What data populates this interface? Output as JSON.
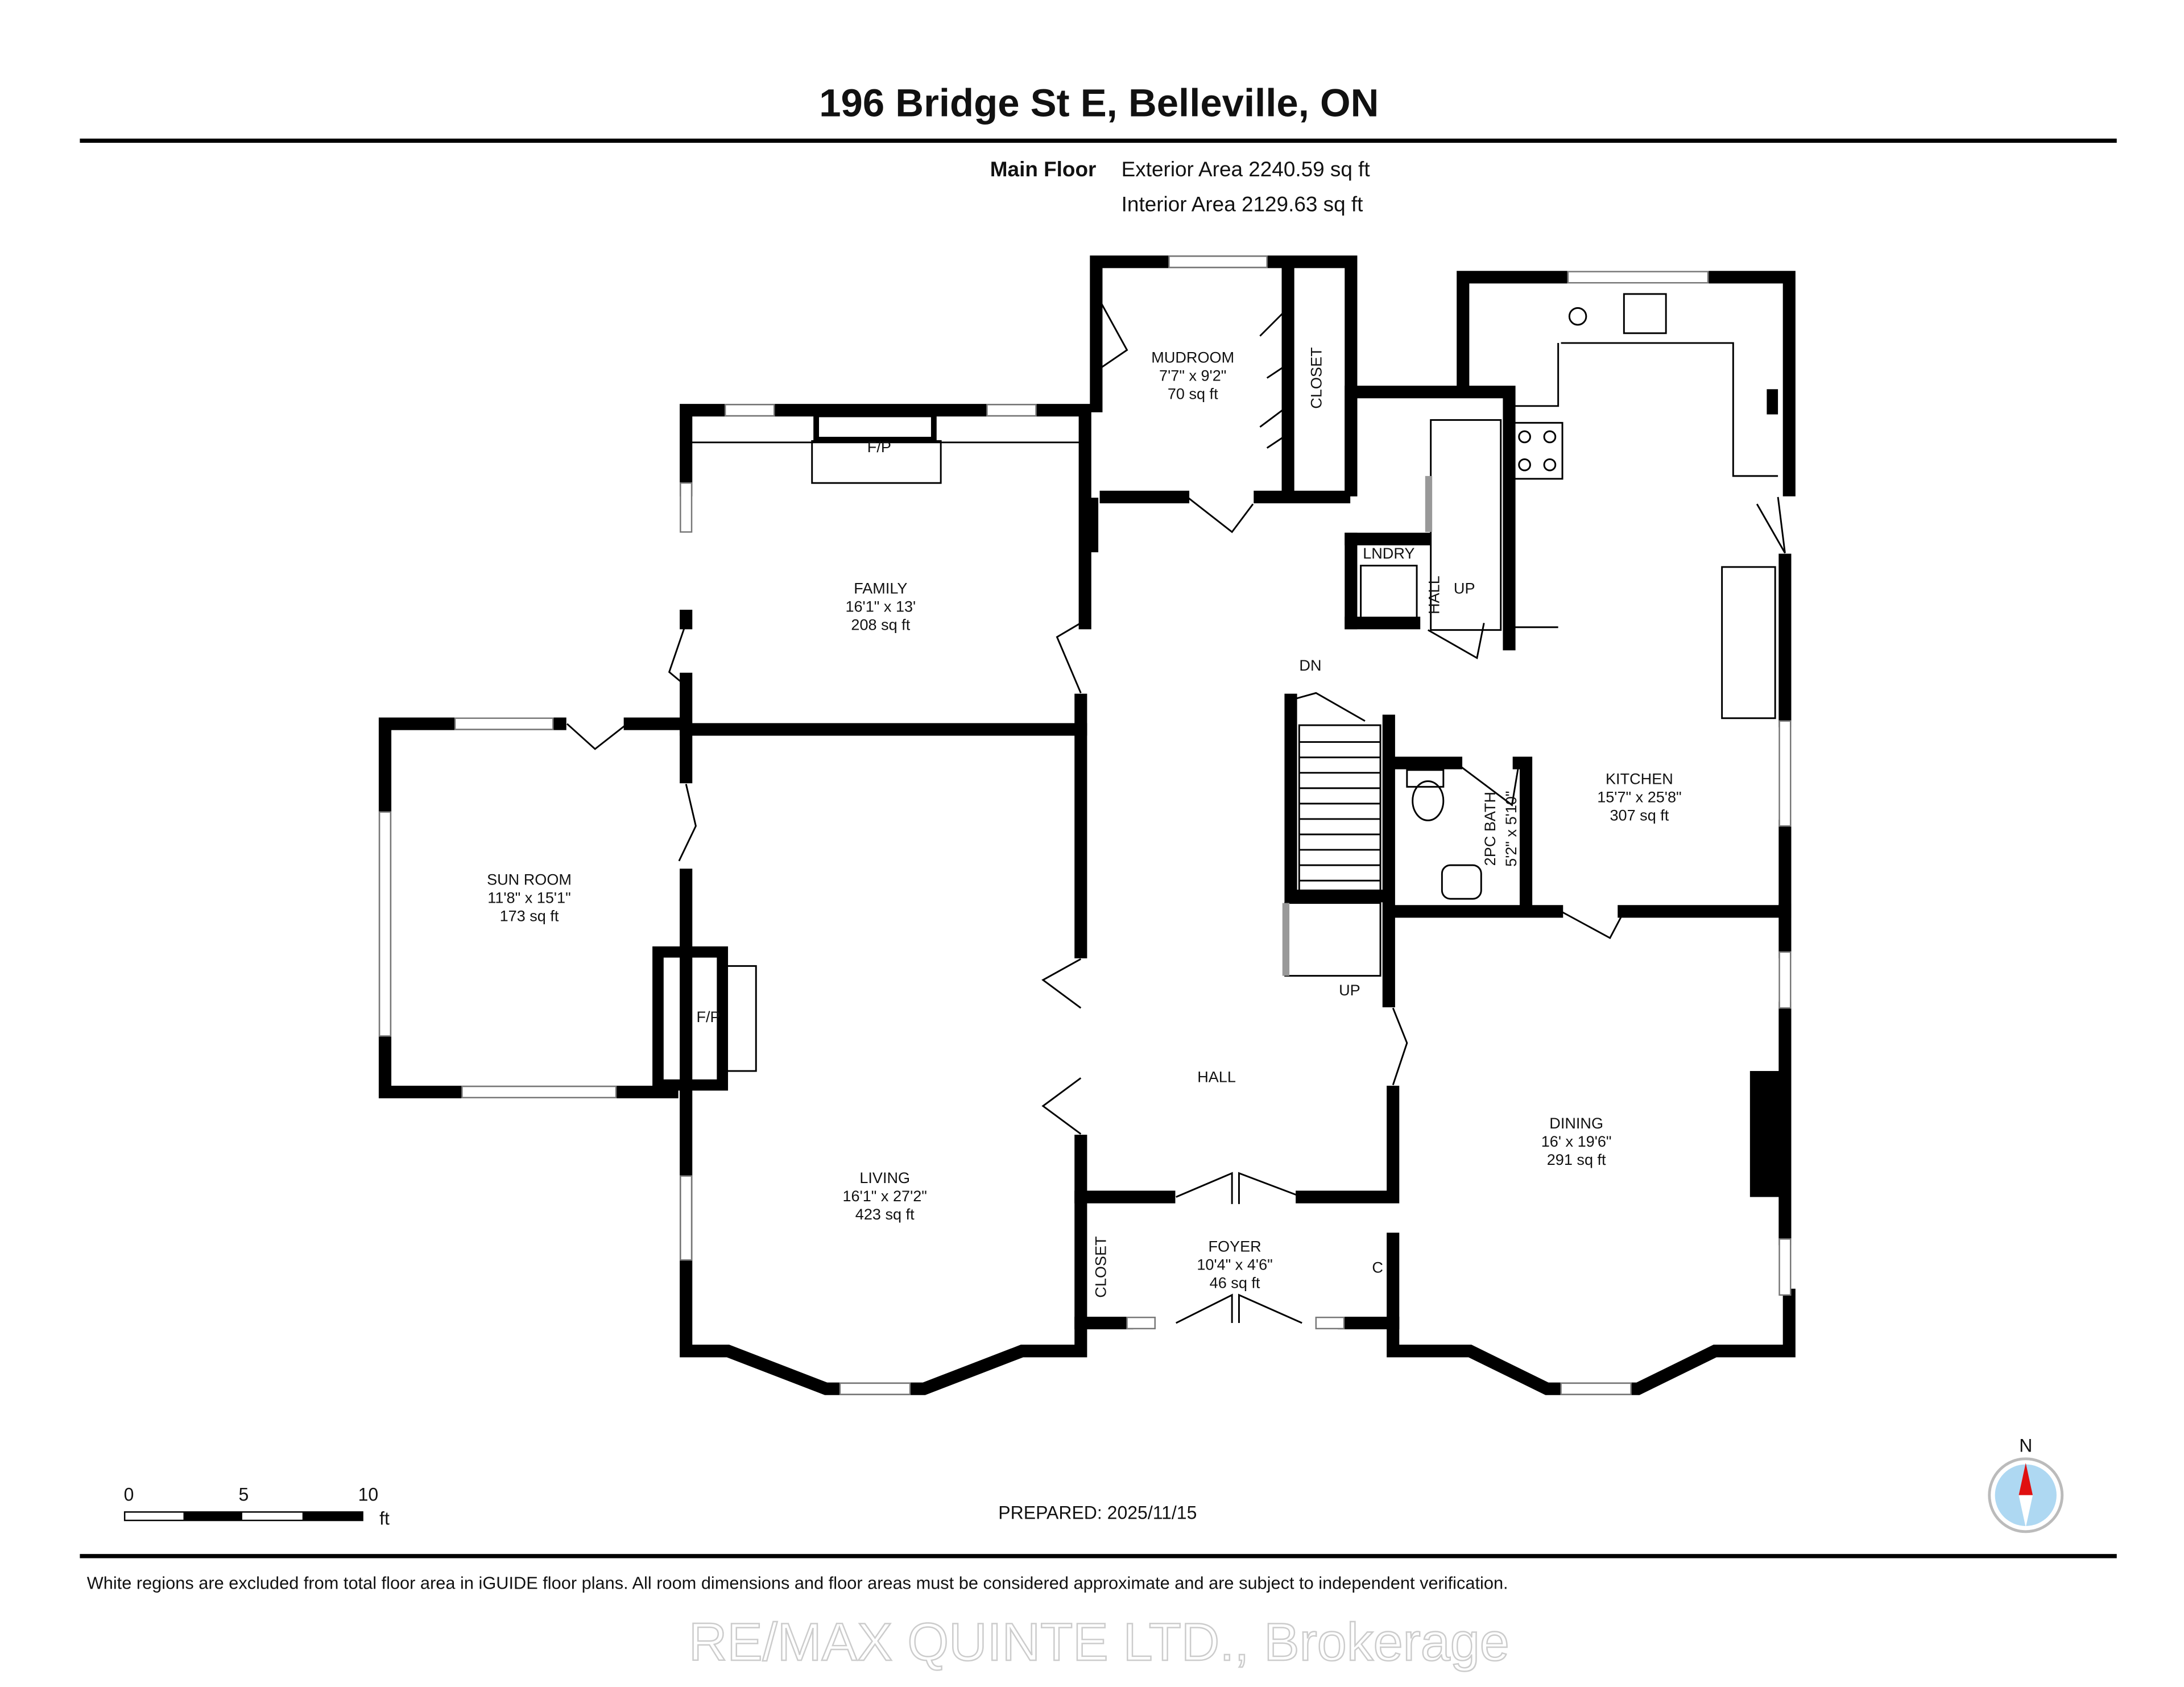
{
  "header": {
    "title": "196 Bridge St E, Belleville, ON",
    "floor_label": "Main Floor",
    "exterior_area": "Exterior Area 2240.59 sq ft",
    "interior_area": "Interior Area 2129.63 sq ft"
  },
  "rooms": {
    "mudroom": {
      "name": "MUDROOM",
      "dims": "7'7\" x 9'2\"",
      "area": "70 sq ft"
    },
    "family": {
      "name": "FAMILY",
      "dims": "16'1\" x 13'",
      "area": "208 sq ft"
    },
    "sunroom": {
      "name": "SUN ROOM",
      "dims": "11'8\" x 15'1\"",
      "area": "173 sq ft"
    },
    "living": {
      "name": "LIVING",
      "dims": "16'1\" x 27'2\"",
      "area": "423 sq ft"
    },
    "foyer": {
      "name": "FOYER",
      "dims": "10'4\" x 4'6\"",
      "area": "46 sq ft"
    },
    "dining": {
      "name": "DINING",
      "dims": "16' x 19'6\"",
      "area": "291 sq ft"
    },
    "kitchen": {
      "name": "KITCHEN",
      "dims": "15'7\" x 25'8\"",
      "area": "307 sq ft"
    },
    "hall": {
      "name": "HALL"
    },
    "bath": {
      "name": "2PC BATH",
      "dims": "5'2\" x 5'10\""
    }
  },
  "labels": {
    "closet_mudroom": "CLOSET",
    "closet_foyer": "CLOSET",
    "closet_c": "C",
    "laundry": "LNDRY",
    "hall_small": "HALL",
    "up_back": "UP",
    "dn": "DN",
    "up_front": "UP",
    "fp_family": "F/P",
    "fp_living": "F/P"
  },
  "scale": {
    "ticks": [
      "0",
      "5",
      "10"
    ],
    "unit": "ft"
  },
  "prepared": "PREPARED: 2025/11/15",
  "compass": {
    "label": "N",
    "needle_color": "#e01010",
    "ring_color": "#aed8f2"
  },
  "footer": {
    "disclaimer": "White regions are excluded from total floor area in iGUIDE floor plans. All room dimensions and floor areas must be considered approximate and are subject to independent verification.",
    "watermark": "RE/MAX QUINTE LTD., Brokerage"
  }
}
